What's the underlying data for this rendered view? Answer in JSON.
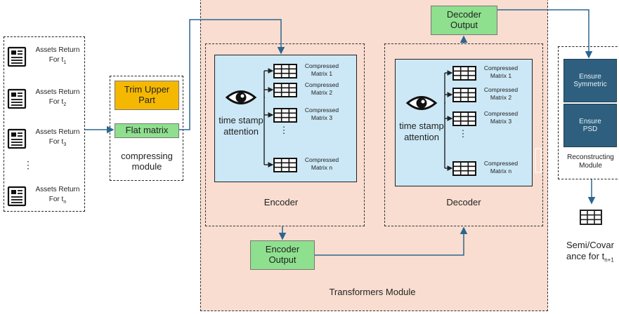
{
  "inputs": {
    "items": [
      {
        "label": "Assets Return",
        "sub_prefix": "For t",
        "sub_index": "1"
      },
      {
        "label": "Assets Return",
        "sub_prefix": "For t",
        "sub_index": "2"
      },
      {
        "label": "Assets Return",
        "sub_prefix": "For t",
        "sub_index": "3"
      },
      {
        "label": "Assets Return",
        "sub_prefix": "For t",
        "sub_index": "n"
      }
    ],
    "ellipsis": "⋮"
  },
  "compressing": {
    "trim_label": "Trim Upper Part",
    "flat_label": "Flat matrix",
    "module_label": "compressing module",
    "trim_color": "#f5b800",
    "flat_color": "#8ee08e"
  },
  "transformers": {
    "module_label": "Transformers Module",
    "bg_color": "#f9ddd0",
    "encoder": {
      "attention_label": "time stamp attention",
      "title": "Encoder",
      "matrices": [
        "Compressed Matrix 1",
        "Compressed Matrix 2",
        "Compressed Matrix 3",
        "Compressed Matrix n"
      ]
    },
    "decoder": {
      "attention_label": "time stamp attention",
      "title": "Decoder",
      "matrices": [
        "Compressed Matrix 1",
        "Compressed Matrix 2",
        "Compressed Matrix 3",
        "Compressed Matrix n"
      ]
    },
    "encoder_output": "Encoder Output",
    "decoder_output": "Decoder Output",
    "inner_color": "#cce8f6"
  },
  "reconstructing": {
    "symmetric_label": "Ensure Symmetric",
    "psd_label": "Ensure PSD",
    "module_label": "Reconstructing Module",
    "box_color": "#2e5f7e"
  },
  "output": {
    "label_line1": "Semi/Covar",
    "label_line2_prefix": "ance for t",
    "label_line2_sub": "n+1"
  },
  "arrow_color": "#2a6690"
}
